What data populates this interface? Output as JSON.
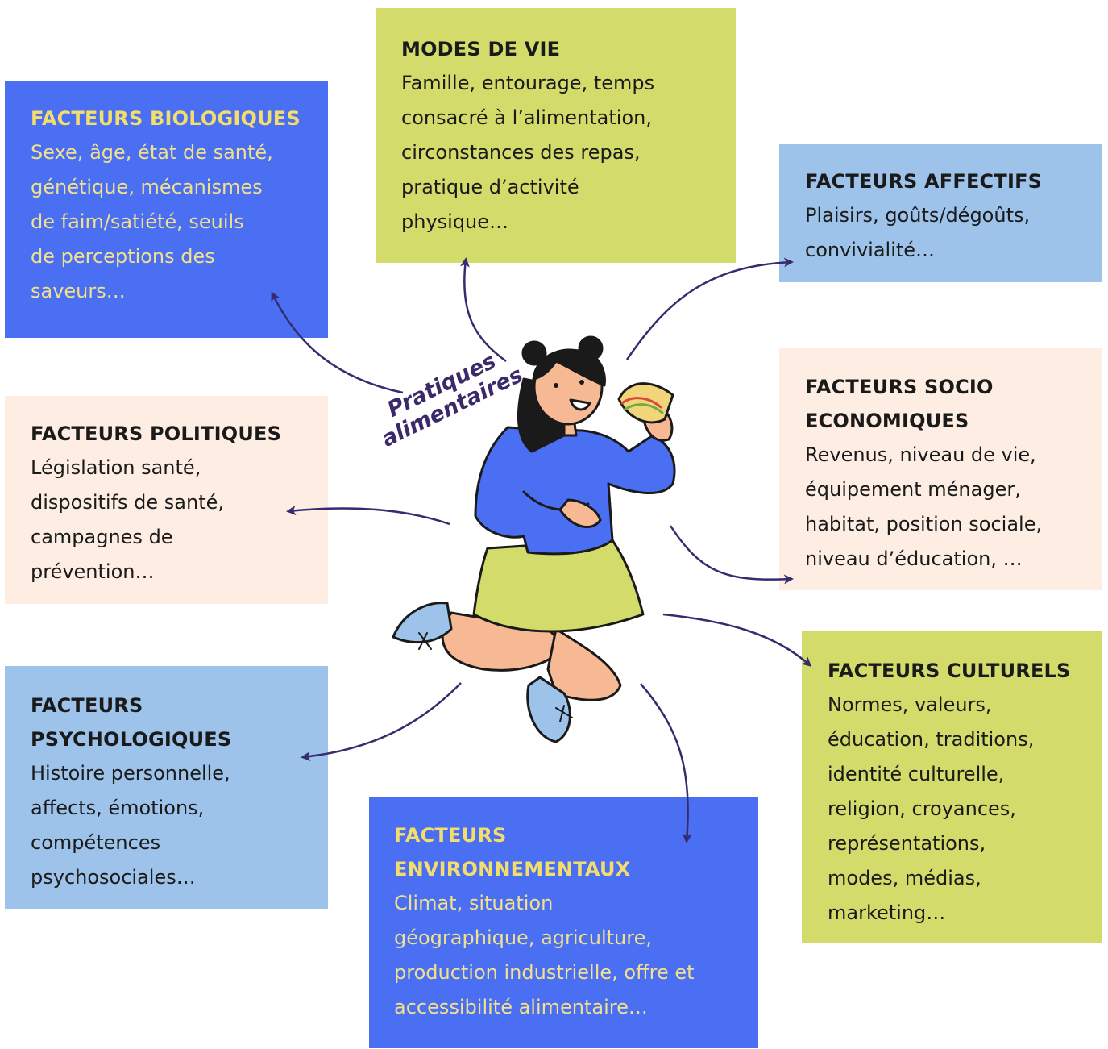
{
  "colors": {
    "blue_box": "#4a6ff3",
    "green_box": "#d3dc6b",
    "light_blue_box": "#9dc3ea",
    "peach_box": "#fdede2",
    "arrow": "#362b6e",
    "title_yellow": "#f3dd6b"
  },
  "center": {
    "line1": "Pratiques",
    "line2": "alimentaires",
    "figure": "girl-eating-sandwich"
  },
  "boxes": {
    "bio": {
      "title": "FACTEURS BIOLOGIQUES",
      "body": "Sexe, âge, état de santé,\ngénétique, mécanismes\nde faim/satiété, seuils\nde perceptions des\nsaveurs…"
    },
    "modes": {
      "title": "MODES DE VIE",
      "body": "Famille, entourage, temps\nconsacré à l’alimentation,\ncirconstances des repas,\npratique d’activité\nphysique…"
    },
    "aff": {
      "title": "FACTEURS AFFECTIFS",
      "body": "Plaisirs, goûts/dégoûts,\nconvivialité…"
    },
    "pol": {
      "title": "FACTEURS POLITIQUES",
      "body": "Législation santé,\ndispositifs de santé,\ncampagnes de\nprévention…"
    },
    "socio": {
      "title": "FACTEURS SOCIO\nECONOMIQUES",
      "body": "Revenus, niveau de vie,\néquipement ménager,\nhabitat, position sociale,\nniveau d’éducation, …"
    },
    "psy": {
      "title": "FACTEURS\nPSYCHOLOGIQUES",
      "body": "Histoire personnelle,\naffects, émotions,\ncompétences\npsychosociales…"
    },
    "cult": {
      "title": "FACTEURS CULTURELS",
      "body": "Normes, valeurs,\néducation, traditions,\nidentité culturelle,\nreligion, croyances,\nreprésentations,\nmodes, médias,\nmarketing…"
    },
    "env": {
      "title": "FACTEURS\nENVIRONNEMENTAUX",
      "body": "Climat, situation\ngéographique, agriculture,\nproduction industrielle, offre et\naccessibilité alimentaire…"
    }
  }
}
